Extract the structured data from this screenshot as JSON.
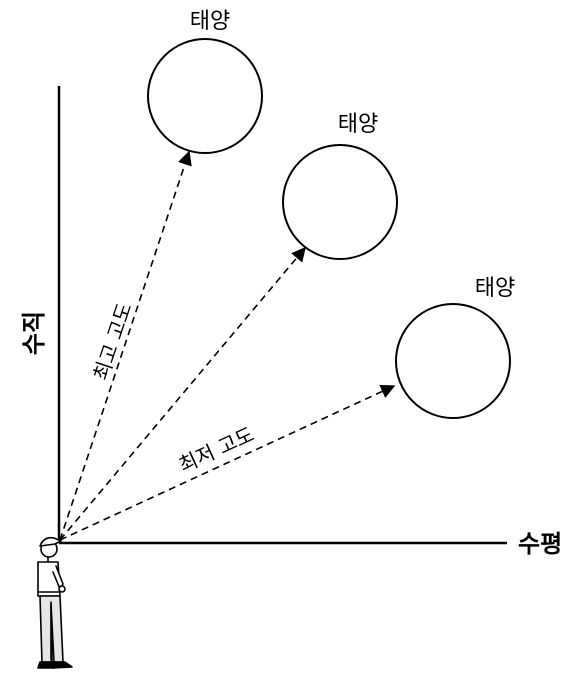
{
  "diagram": {
    "suns": [
      {
        "label": "태양"
      },
      {
        "label": "태양"
      },
      {
        "label": "태양"
      }
    ],
    "axes": {
      "vertical": "수직",
      "horizontal": "수평"
    },
    "altitudes": {
      "highest": "최고 고도",
      "lowest": "최저 고도"
    },
    "colors": {
      "ink": "#000000",
      "background": "#ffffff",
      "person_fill": "#e6e6e6"
    }
  }
}
